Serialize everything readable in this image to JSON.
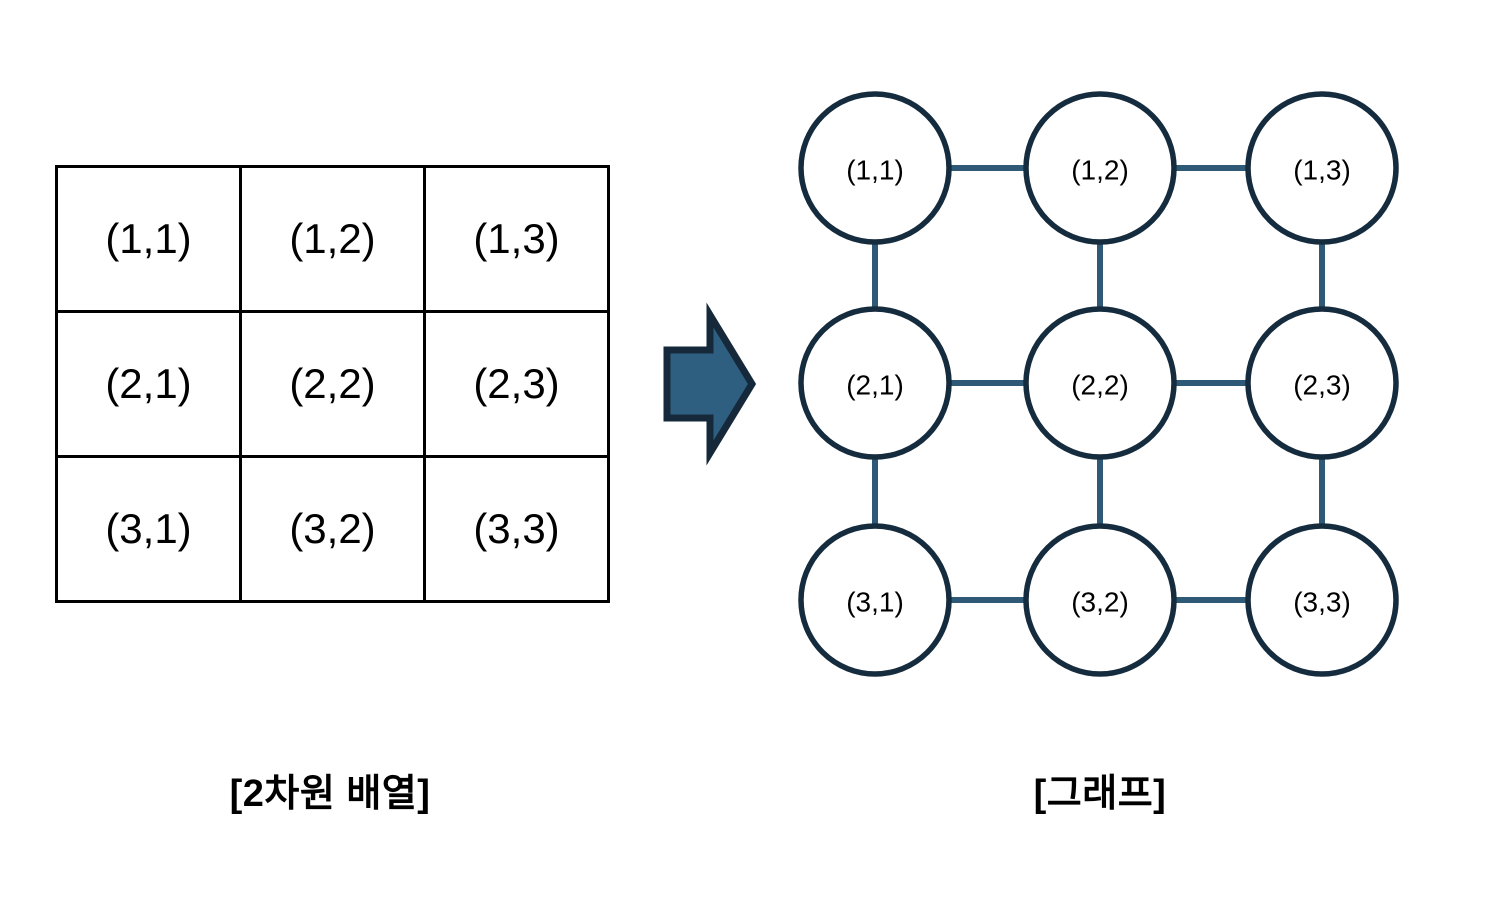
{
  "colors": {
    "text": "#000000",
    "table_border": "#000000",
    "node_stroke": "#152B3E",
    "edge": "#2E5A78",
    "arrow_fill": "#2E5F80",
    "arrow_stroke": "#15293B"
  },
  "array_table": {
    "caption": "[2차원 배열]",
    "rows": [
      [
        "(1,1)",
        "(1,2)",
        "(1,3)"
      ],
      [
        "(2,1)",
        "(2,2)",
        "(2,3)"
      ],
      [
        "(3,1)",
        "(3,2)",
        "(3,3)"
      ]
    ]
  },
  "arrow": {
    "name": "right-block-arrow"
  },
  "graph": {
    "caption": "[그래프]",
    "nodes": [
      {
        "id": "n11",
        "label": "(1,1)",
        "row": 1,
        "col": 1
      },
      {
        "id": "n12",
        "label": "(1,2)",
        "row": 1,
        "col": 2
      },
      {
        "id": "n13",
        "label": "(1,3)",
        "row": 1,
        "col": 3
      },
      {
        "id": "n21",
        "label": "(2,1)",
        "row": 2,
        "col": 1
      },
      {
        "id": "n22",
        "label": "(2,2)",
        "row": 2,
        "col": 2
      },
      {
        "id": "n23",
        "label": "(2,3)",
        "row": 2,
        "col": 3
      },
      {
        "id": "n31",
        "label": "(3,1)",
        "row": 3,
        "col": 1
      },
      {
        "id": "n32",
        "label": "(3,2)",
        "row": 3,
        "col": 2
      },
      {
        "id": "n33",
        "label": "(3,3)",
        "row": 3,
        "col": 3
      }
    ],
    "edges": [
      [
        "n11",
        "n12"
      ],
      [
        "n12",
        "n13"
      ],
      [
        "n21",
        "n22"
      ],
      [
        "n22",
        "n23"
      ],
      [
        "n31",
        "n32"
      ],
      [
        "n32",
        "n33"
      ],
      [
        "n11",
        "n21"
      ],
      [
        "n21",
        "n31"
      ],
      [
        "n12",
        "n22"
      ],
      [
        "n22",
        "n32"
      ],
      [
        "n13",
        "n23"
      ],
      [
        "n23",
        "n33"
      ]
    ]
  }
}
